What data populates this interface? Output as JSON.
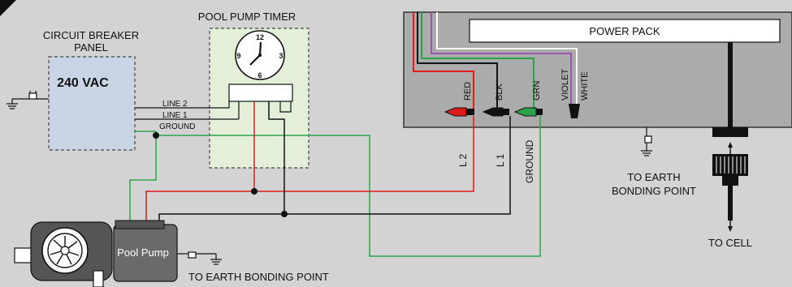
{
  "breaker": {
    "title_line1": "CIRCUIT BREAKER",
    "title_line2": "PANEL",
    "voltage": "240 VAC",
    "line2": "LINE 2",
    "line1": "LINE 1",
    "ground": "GROUND"
  },
  "timer": {
    "title": "POOL PUMP TIMER",
    "clock": {
      "n12": "12",
      "n3": "3",
      "n6": "6",
      "n9": "9"
    }
  },
  "power_pack": {
    "title": "POWER PACK",
    "wires": {
      "red": "RED",
      "blk": "BLK",
      "grn": "GRN",
      "violet": "VIOLET",
      "white": "WHITE"
    }
  },
  "wire_labels": {
    "l2": "L 2",
    "l1": "L 1",
    "ground": "GROUND"
  },
  "earth_bonding": {
    "line1": "TO EARTH",
    "line2": "BONDING POINT"
  },
  "cell": {
    "label": "TO CELL"
  },
  "pump": {
    "label": "Pool Pump",
    "earth": "TO EARTH BONDING POINT"
  },
  "colors": {
    "red": "#e01b1b",
    "black": "#111111",
    "green": "#2aa44a",
    "violet": "#9a55b5",
    "white": "#ffffff",
    "panel_fill": "#c9d4e4",
    "timer_fill": "#e4efd9"
  }
}
